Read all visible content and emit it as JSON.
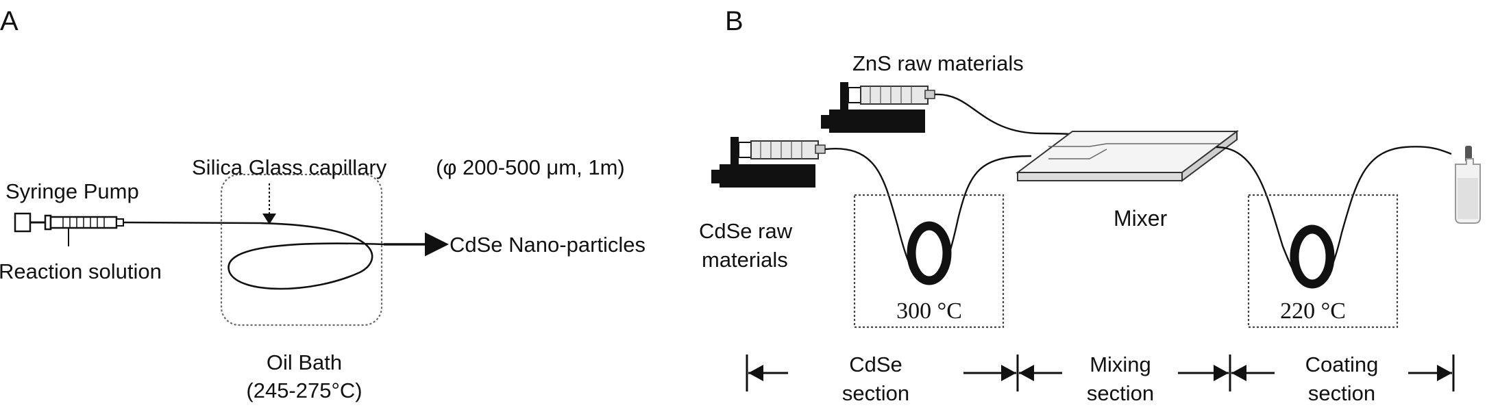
{
  "panel_a": {
    "letter": "A",
    "syringe_pump": "Syringe Pump",
    "reaction_solution": "Reaction solution",
    "capillary": "Silica Glass capillary",
    "capillary_spec": "(φ 200-500 μm, 1m)",
    "output": "CdSe Nano-particles",
    "oil_bath": "Oil Bath",
    "oil_bath_temp": "(245-275°C)"
  },
  "panel_b": {
    "letter": "B",
    "zns": "ZnS raw materials",
    "cdse_line1": "CdSe raw",
    "cdse_line2": "materials",
    "mixer": "Mixer",
    "temp1": "300 °C",
    "temp2": "220 °C",
    "sections": [
      {
        "line1": "CdSe",
        "line2": "section"
      },
      {
        "line1": "Mixing",
        "line2": "section"
      },
      {
        "line1": "Coating",
        "line2": "section"
      }
    ]
  },
  "colors": {
    "ink": "#111111",
    "box": "#555555",
    "glass": "#f4f4f4"
  }
}
